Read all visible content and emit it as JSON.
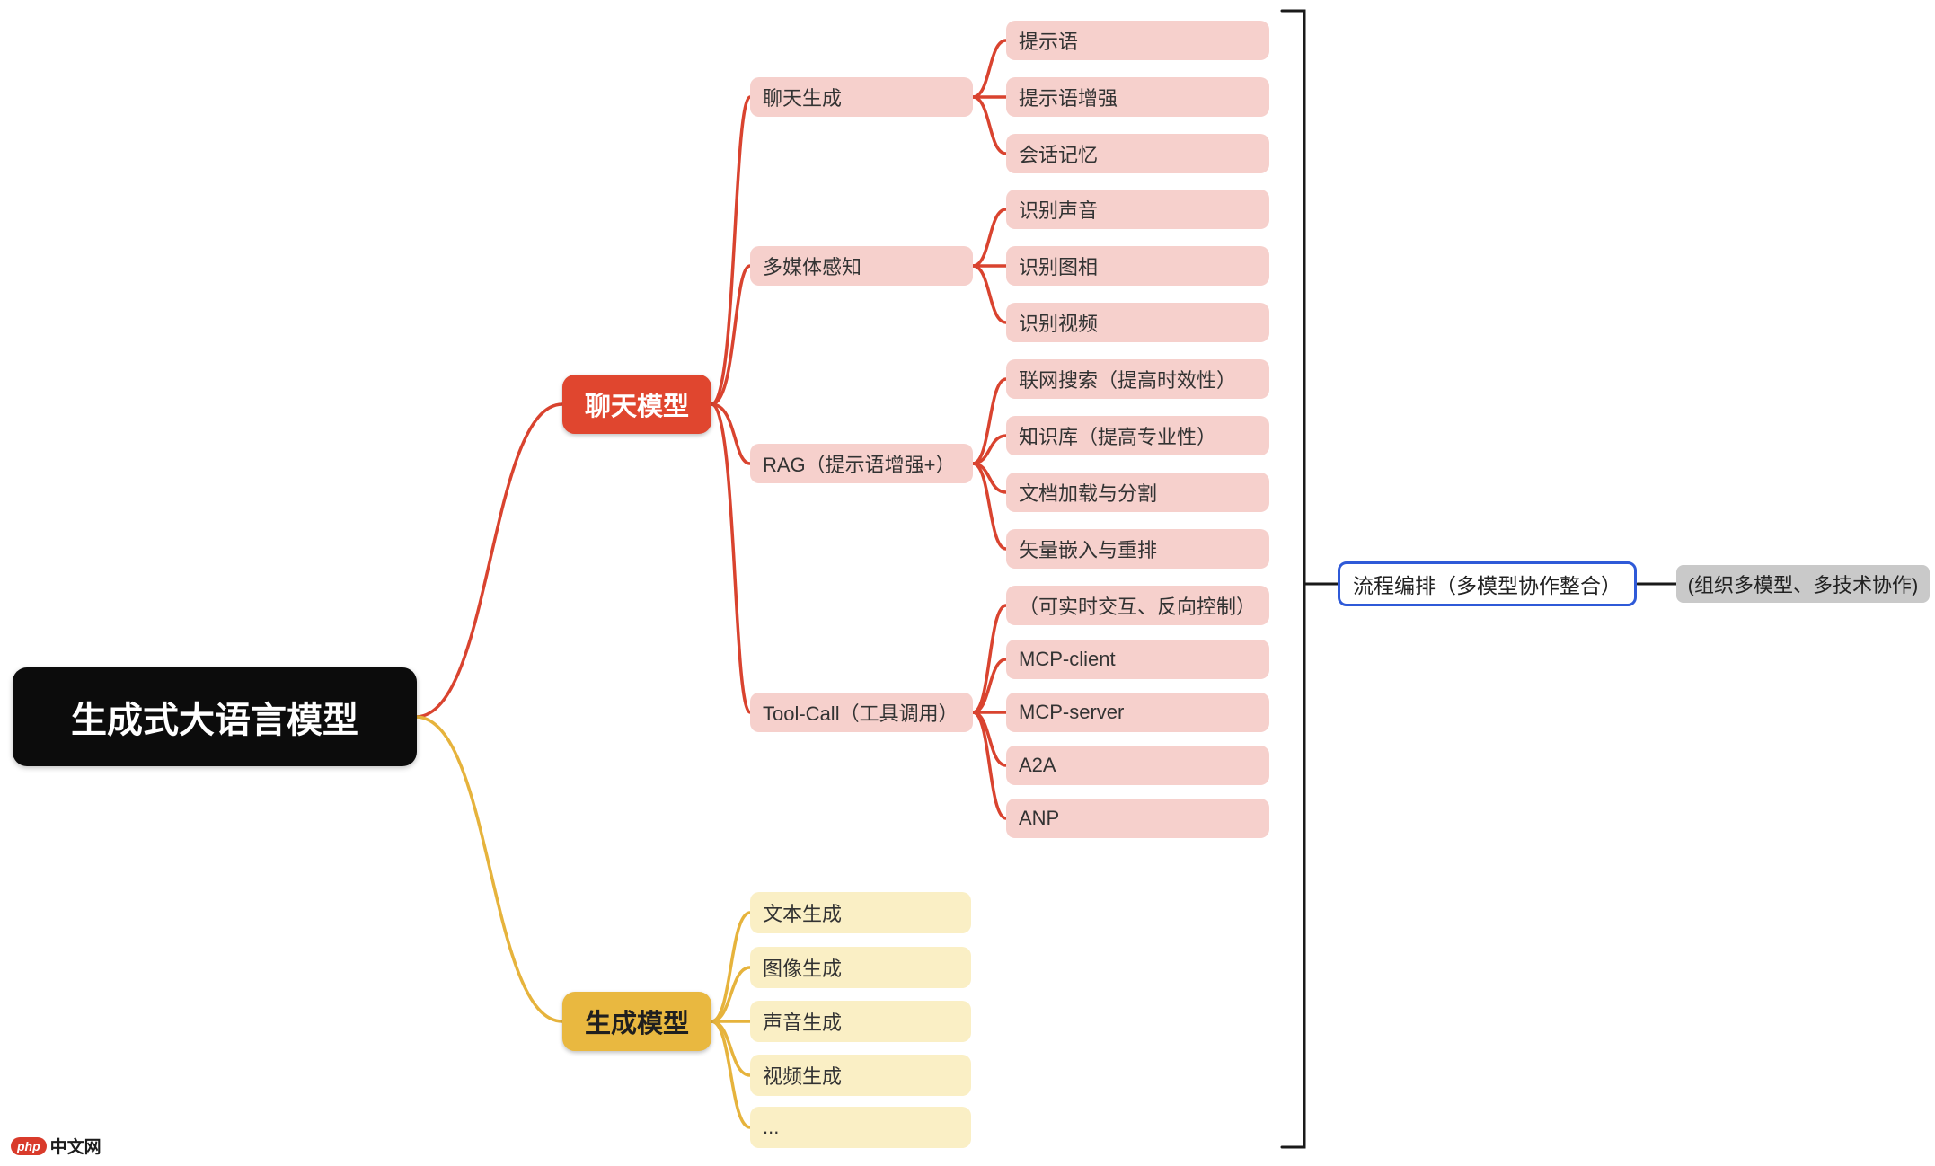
{
  "root": {
    "label": "生成式大语言模型"
  },
  "chat": {
    "label": "聊天模型",
    "groups": [
      {
        "label": "聊天生成",
        "children": [
          "提示语",
          "提示语增强",
          "会话记忆"
        ]
      },
      {
        "label": "多媒体感知",
        "children": [
          "识别声音",
          "识别图相",
          "识别视频"
        ]
      },
      {
        "label": "RAG（提示语增强+）",
        "children": [
          "联网搜索（提高时效性）",
          "知识库（提高专业性）",
          "文档加载与分割",
          "矢量嵌入与重排"
        ]
      },
      {
        "label": "Tool-Call（工具调用）",
        "children": [
          "（可实时交互、反向控制）",
          "MCP-client",
          "MCP-server",
          "A2A",
          "ANP"
        ]
      }
    ]
  },
  "generate": {
    "label": "生成模型",
    "children": [
      "文本生成",
      "图像生成",
      "声音生成",
      "视频生成",
      "..."
    ]
  },
  "annotation": {
    "flow_label": "流程编排（多模型协作整合）",
    "note_label": "(组织多模型、多技术协作)"
  },
  "watermark": {
    "badge": "php",
    "text": "中文网"
  },
  "colors": {
    "root_bg": "#0c0c0c",
    "chat_branch": "#e0462f",
    "chat_leaf_bg": "#f6d0cc",
    "chat_line": "#d9432f",
    "generate_branch": "#e9b840",
    "generate_leaf_bg": "#faefc5",
    "generate_line": "#e6b33c",
    "flow_border": "#2f5ad8",
    "note_bg": "#c9c9c9",
    "bracket": "#1a1a1a"
  }
}
